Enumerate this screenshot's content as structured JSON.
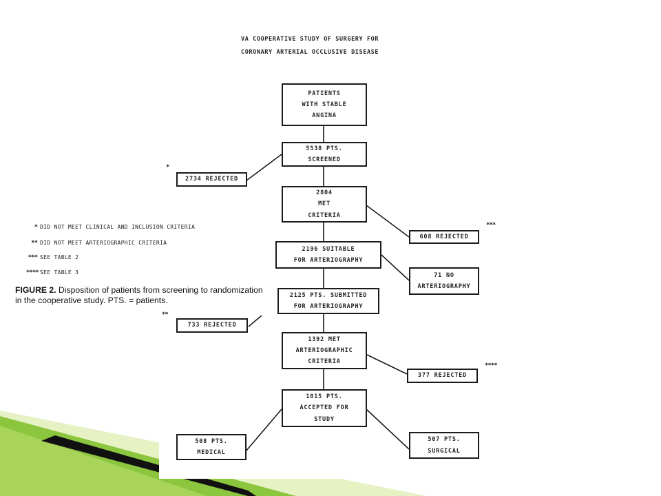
{
  "diagram": {
    "title_line1": "VA COOPERATIVE STUDY OF SURGERY FOR",
    "title_line2": "CORONARY ARTERIAL OCCLUSIVE DISEASE",
    "main_boxes": [
      {
        "lines": [
          "PATIENTS",
          "WITH STABLE",
          "ANGINA"
        ]
      },
      {
        "lines": [
          "5538 PTS.",
          "SCREENED"
        ]
      },
      {
        "lines": [
          "2804",
          "MET",
          "CRITERIA"
        ]
      },
      {
        "lines": [
          "2196 SUITABLE",
          "FOR ARTERIOGRAPHY"
        ]
      },
      {
        "lines": [
          "2125 PTS. SUBMITTED",
          "FOR ARTERIOGRAPHY"
        ]
      },
      {
        "lines": [
          "1392 MET",
          "ARTERIOGRAPHIC",
          "CRITERIA"
        ]
      },
      {
        "lines": [
          "1015 PTS.",
          "ACCEPTED FOR",
          "STUDY"
        ]
      }
    ],
    "side_boxes": [
      {
        "lines": [
          "2734 REJECTED"
        ],
        "marker": "*"
      },
      {
        "lines": [
          "608 REJECTED"
        ],
        "marker": "***"
      },
      {
        "lines": [
          "71 NO",
          "ARTERIOGRAPHY"
        ],
        "marker": ""
      },
      {
        "lines": [
          "733 REJECTED"
        ],
        "marker": "**"
      },
      {
        "lines": [
          "377 REJECTED"
        ],
        "marker": "****"
      },
      {
        "lines": [
          "508 PTS.",
          "MEDICAL"
        ],
        "marker": ""
      },
      {
        "lines": [
          "507 PTS.",
          "SURGICAL"
        ],
        "marker": ""
      }
    ],
    "legend": [
      {
        "marker": "*",
        "text": "DID NOT MEET CLINICAL AND INCLUSION CRITERIA"
      },
      {
        "marker": "**",
        "text": "DID NOT MEET ARTERIOGRAPHIC CRITERIA"
      },
      {
        "marker": "***",
        "text": "SEE TABLE 2"
      },
      {
        "marker": "****",
        "text": "SEE TABLE 3"
      }
    ],
    "caption_label": "FIGURE 2.",
    "caption_text": "Disposition of patients from screening to randomization in the cooperative study. PTS. = patients."
  },
  "colors": {
    "accent_green": "#8cc63f",
    "light_green": "#e6f2c4",
    "dark_band": "#111111"
  }
}
